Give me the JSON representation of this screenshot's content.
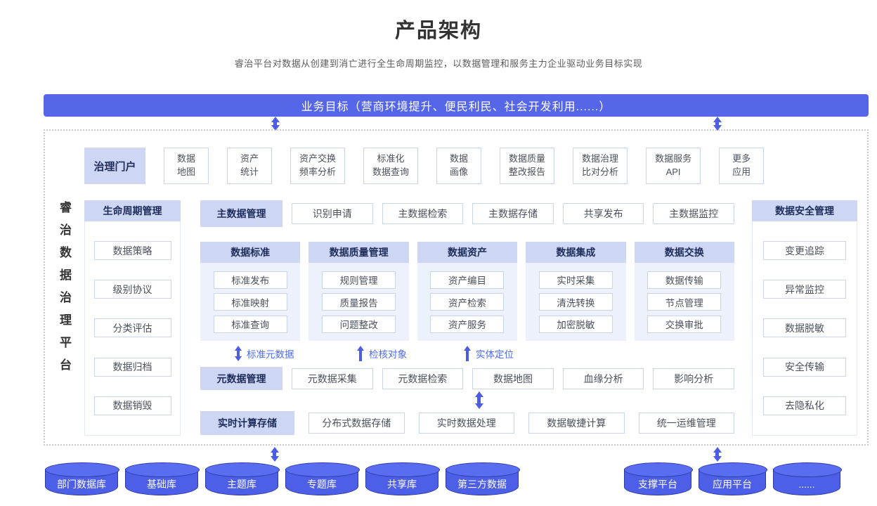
{
  "header": {
    "title": "产品架构",
    "subtitle": "睿治平台对数据从创建到消亡进行全生命周期监控，以数据管理和服务主力企业驱动业务目标实现",
    "banner": "业务目标（营商环境提升、便民利民、社会开发利用......）"
  },
  "platform": {
    "vertical_label": "睿治数据治理平台"
  },
  "portal": {
    "label": "治理门户",
    "items": [
      "数据\n地图",
      "资产\n统计",
      "资产交换\n频率分析",
      "标准化\n数据查询",
      "数据\n画像",
      "数据质量\n整改报告",
      "数据治理\n比对分析",
      "数据服务\nAPI",
      "更多\n应用"
    ]
  },
  "lifecycle": {
    "label": "生命周期管理",
    "items": [
      "数据策略",
      "级别协议",
      "分类评估",
      "数据归档",
      "数据销毁"
    ]
  },
  "master_data": {
    "label": "主数据管理",
    "items": [
      "识别申请",
      "主数据检索",
      "主数据存储",
      "共享发布",
      "主数据监控"
    ]
  },
  "capabilities": [
    {
      "label": "数据标准",
      "items": [
        "标准发布",
        "标准映射",
        "标准查询"
      ]
    },
    {
      "label": "数据质量管理",
      "items": [
        "规则管理",
        "质量报告",
        "问题整改"
      ]
    },
    {
      "label": "数据资产",
      "items": [
        "资产编目",
        "资产检索",
        "资产服务"
      ]
    },
    {
      "label": "数据集成",
      "items": [
        "实时采集",
        "清洗转换",
        "加密脱敏"
      ]
    },
    {
      "label": "数据交换",
      "items": [
        "数据传输",
        "节点管理",
        "交换审批"
      ]
    }
  ],
  "flow_labels": [
    "标准元数据",
    "检核对象",
    "实体定位"
  ],
  "metadata_mgmt": {
    "label": "元数据管理",
    "items": [
      "元数据采集",
      "元数据检索",
      "数据地图",
      "血缘分析",
      "影响分析"
    ]
  },
  "realtime": {
    "label": "实时计算存储",
    "items": [
      "分布式数据存储",
      "实时数据处理",
      "数据敏捷计算",
      "统一运维管理"
    ]
  },
  "security": {
    "label": "数据安全管理",
    "items": [
      "变更追踪",
      "异常监控",
      "数据脱敏",
      "安全传输",
      "去隐私化"
    ]
  },
  "datasources": [
    "部门数据库",
    "基础库",
    "主题库",
    "专题库",
    "共享库",
    "第三方数据"
  ],
  "platforms": [
    "支撑平台",
    "应用平台",
    "......"
  ],
  "colors": {
    "accent": "#5567e8",
    "band": "#cdd6f3",
    "band_text": "#1e2c5a",
    "box_border": "#c9d4ef",
    "column_body": "#edf1fb",
    "arrow": "#4c5ce4",
    "flow_label_text": "#4b6bf5",
    "cylinder": "#4d5fe6",
    "cylinder_top": "#5a6cf0",
    "cylinder_border": "#2c3aa8"
  }
}
